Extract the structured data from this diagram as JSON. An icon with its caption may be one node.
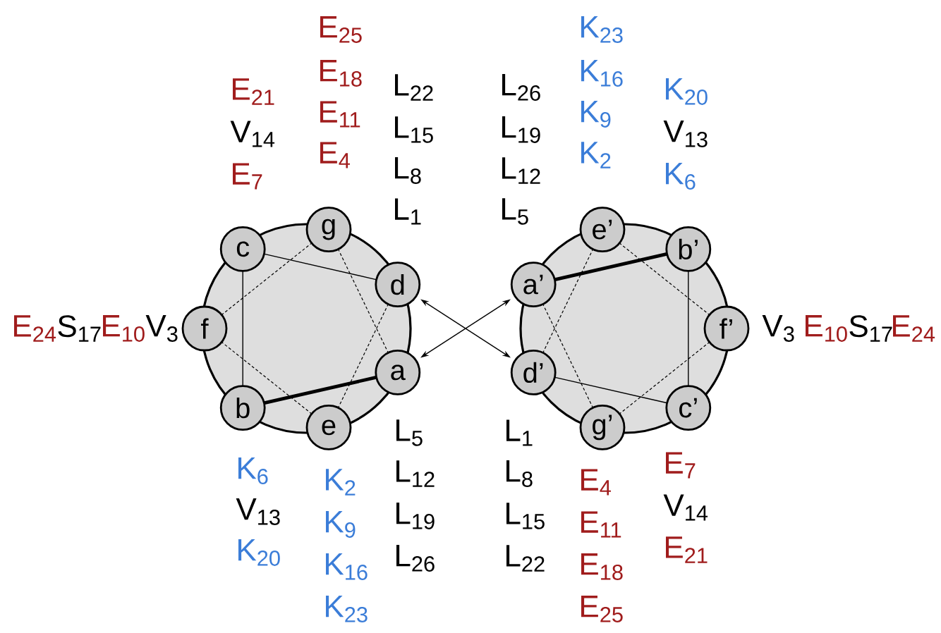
{
  "diagram": {
    "nodes": [
      {
        "text": [
          "a"
        ]
      },
      {
        "text": [
          "b"
        ]
      },
      {
        "text": [
          "c"
        ]
      },
      {
        "text": [
          "d"
        ]
      },
      {
        "text": [
          "e"
        ]
      },
      {
        "text": [
          "f"
        ]
      },
      {
        "text": [
          "g"
        ]
      },
      {
        "text": [
          "a’"
        ]
      },
      {
        "text": [
          "b’"
        ]
      },
      {
        "text": [
          "c’"
        ]
      },
      {
        "text": [
          "d’"
        ]
      },
      {
        "text": [
          "e’"
        ]
      },
      {
        "text": [
          "f’"
        ]
      },
      {
        "text": [
          "g’"
        ]
      }
    ],
    "edges": [
      {
        "from": 0,
        "to": 1,
        "arrow": "none",
        "style": "thick"
      },
      {
        "from": 1,
        "to": 2,
        "arrow": "none"
      },
      {
        "from": 2,
        "to": 3,
        "arrow": "none"
      },
      {
        "from": 3,
        "to": 4,
        "arrow": "none",
        "style": "dashed"
      },
      {
        "from": 4,
        "to": 5,
        "arrow": "none",
        "style": "dashed"
      },
      {
        "from": 5,
        "to": 6,
        "arrow": "none",
        "style": "dashed"
      },
      {
        "from": 6,
        "to": 0,
        "arrow": "none",
        "style": "dashed"
      },
      {
        "from": 7,
        "to": 8,
        "arrow": "none",
        "style": "thick"
      },
      {
        "from": 8,
        "to": 9,
        "arrow": "none"
      },
      {
        "from": 9,
        "to": 10,
        "arrow": "none"
      },
      {
        "from": 10,
        "to": 11,
        "arrow": "none",
        "style": "dashed"
      },
      {
        "from": 11,
        "to": 12,
        "arrow": "none",
        "style": "dashed"
      },
      {
        "from": 12,
        "to": 13,
        "arrow": "none",
        "style": "dashed"
      },
      {
        "from": 13,
        "to": 7,
        "arrow": "none",
        "style": "dashed"
      },
      {
        "from": 3,
        "to": 10,
        "arrow": "both"
      },
      {
        "from": 0,
        "to": 7,
        "arrow": "both"
      }
    ],
    "labels": [
      "E$_{25}$",
      "E$_{18}$",
      "E$_{11}$",
      "E$_{4}$",
      "K$_{23}$",
      "K$_{16}$",
      "K$_{9}$",
      "K$_{2}$",
      "E$_{21}$",
      "V$_{14}$",
      "E$_{7}$",
      "L$_{22}$",
      "L$_{15}$",
      "L$_{8}$",
      "L$_{1}$",
      "L$_{26}$",
      "L$_{19}$",
      "L$_{12}$",
      "L$_{5}$",
      "K$_{20}$",
      "V$_{13}$",
      "K$_{6}$",
      "E$_{24}$",
      "S$_{17}$",
      "E$_{10}$",
      "V$_{3}$",
      "V$_{3}$",
      "E$_{10}$",
      "S$_{17}$",
      "E$_{24}$",
      "L$_{5}$",
      "L$_{12}$",
      "L$_{19}$",
      "L$_{26}$",
      "L$_{1}$",
      "L$_{8}$",
      "L$_{15}$",
      "L$_{22}$",
      "K$_{6}$",
      "V$_{13}$",
      "K$_{20}$",
      "K$_{2}$",
      "K$_{9}$",
      "K$_{16}$",
      "K$_{23}$",
      "E$_{7}$",
      "V$_{14}$",
      "E$_{21}$",
      "E$_{4}$",
      "E$_{11}$",
      "E$_{18}$",
      "E$_{25}$"
    ]
  }
}
